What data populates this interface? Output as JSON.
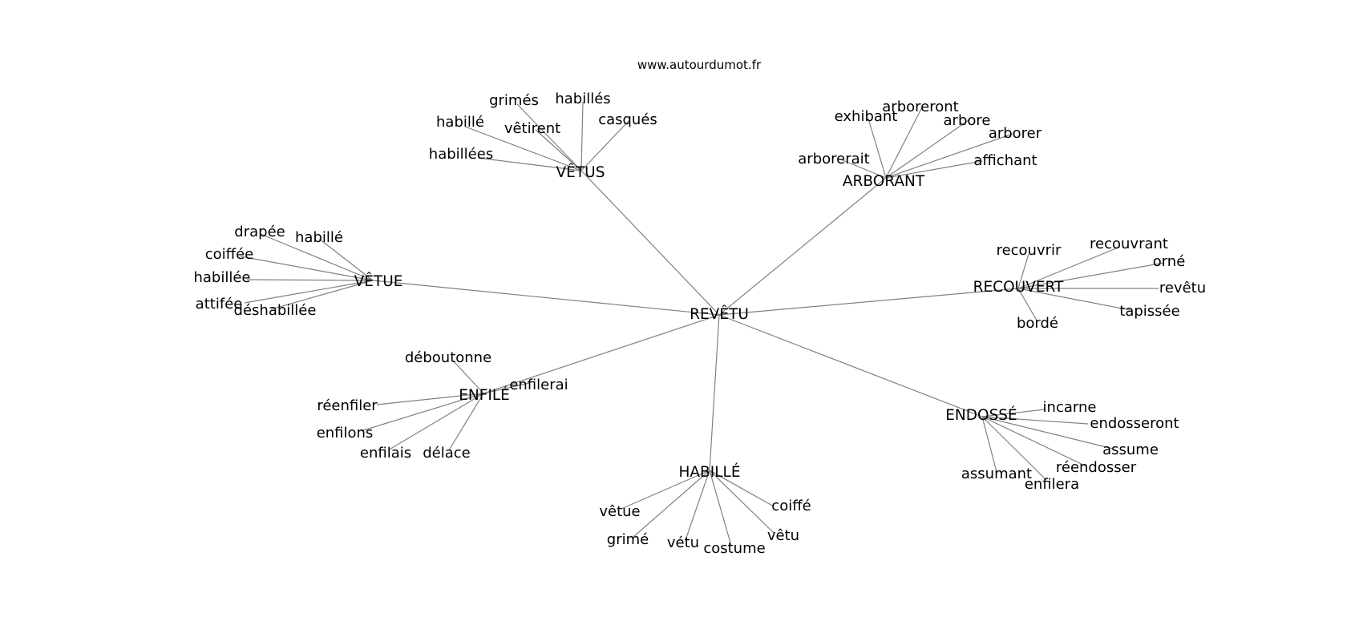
{
  "site": "www.autourdumot.fr",
  "graph": {
    "root": "REVÊTU",
    "hubs": [
      {
        "id": "vetus",
        "label": "VÊTUS",
        "leaves": [
          "grimés",
          "habillés",
          "casqués",
          "habillé",
          "vêtirent",
          "habillées"
        ]
      },
      {
        "id": "arborant",
        "label": "ARBORANT",
        "leaves": [
          "exhibant",
          "arboreront",
          "arbore",
          "arborer",
          "arborerait",
          "affichant"
        ]
      },
      {
        "id": "vetue",
        "label": "VÊTUE",
        "leaves": [
          "drapée",
          "habillé",
          "coiffée",
          "habillée",
          "attifée",
          "déshabillée"
        ]
      },
      {
        "id": "recouvert",
        "label": "RECOUVERT",
        "leaves": [
          "recouvrir",
          "recouvrant",
          "orné",
          "revêtu",
          "tapissée",
          "bordé"
        ]
      },
      {
        "id": "enfile",
        "label": "ENFILÉ",
        "leaves": [
          "déboutonne",
          "enfilerai",
          "réenfiler",
          "enfilons",
          "enfilais",
          "délace"
        ]
      },
      {
        "id": "endosse",
        "label": "ENDOSSÉ",
        "leaves": [
          "incarne",
          "endosseront",
          "assume",
          "réendosser",
          "assumant",
          "enfilera"
        ]
      },
      {
        "id": "habille",
        "label": "HABILLÉ",
        "leaves": [
          "vêtue",
          "coiffé",
          "grimé",
          "vétu",
          "costume",
          "vêtu"
        ]
      }
    ]
  }
}
